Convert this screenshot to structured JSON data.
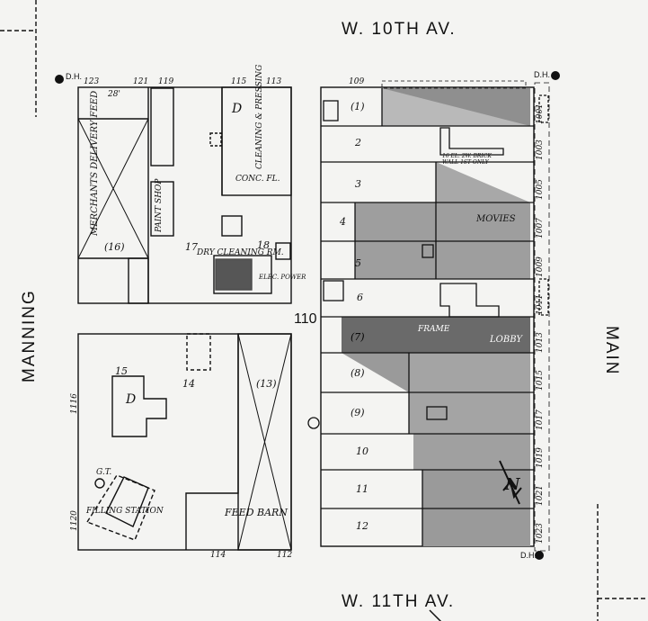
{
  "streets": {
    "north": "W.   10TH   AV.",
    "south": "W.   11TH   AV.",
    "west": "MANNING",
    "east": "MAIN"
  },
  "block_number": "110",
  "colors": {
    "paper": "#f4f4f2",
    "ink": "#111111",
    "shade": "#9a9a9a",
    "dark": "#555555"
  },
  "west_block": {
    "lot_numbers": [
      "123",
      "121",
      "119",
      "115",
      "113"
    ],
    "bottom_numbers": [
      "114",
      "112"
    ],
    "side_numbers": [
      "1116",
      "1120"
    ],
    "buildings": [
      {
        "id": "16",
        "label": "(16)",
        "use": "MERCHANTS DELIVERY FEED",
        "dim": "28'"
      },
      {
        "id": "paint",
        "use": "PAINT SHOP"
      },
      {
        "id": "cleaning",
        "use": "CLEANING & PRESSING",
        "code": "D",
        "floor": "CONC. FL."
      },
      {
        "id": "17",
        "label": "17",
        "use": "DRY CLEANING RM."
      },
      {
        "id": "18",
        "label": "18",
        "note": "ELEC. POWER"
      },
      {
        "id": "15",
        "label": "15",
        "code": "D"
      },
      {
        "id": "14",
        "label": "14"
      },
      {
        "id": "13",
        "label": "(13)",
        "use": "FEED BARN"
      },
      {
        "id": "fs",
        "use": "FILLING STATION",
        "note": "G.T."
      }
    ]
  },
  "east_block": {
    "address_numbers": [
      "1001",
      "1003",
      "1005",
      "1007",
      "1009",
      "1011",
      "1013",
      "1015",
      "1017",
      "1019",
      "1021",
      "1023"
    ],
    "lots": [
      "(1)",
      "2",
      "3",
      "4",
      "5",
      "6",
      "(7)",
      "(8)",
      "(9)",
      "10",
      "11",
      "12"
    ],
    "labels": {
      "movies": "MOVIES",
      "lobby": "LOBBY",
      "frame": "FRAME",
      "brick_wall": "16 EL. 2W. BRICK WALL 1ST ONLY",
      "first_lot": "109"
    }
  },
  "markers": {
    "dh": "D.H.",
    "north_arrow": "N"
  }
}
